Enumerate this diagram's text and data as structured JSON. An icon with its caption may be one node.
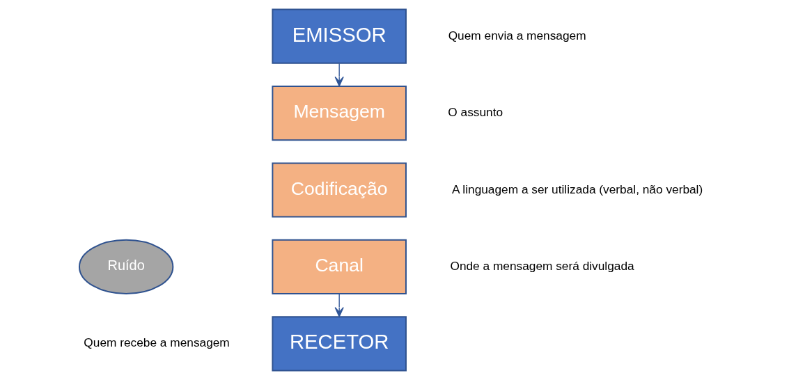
{
  "diagram": {
    "nodes": [
      {
        "text": [
          "EMISSOR"
        ],
        "beside": [
          "Quem envia a mensagem"
        ]
      },
      {
        "text": [
          "Mensagem"
        ],
        "beside": [
          "O assunto"
        ]
      },
      {
        "text": [
          "Codificação"
        ],
        "beside": [
          "A linguagem a ser utilizada (verbal, não verbal)"
        ]
      },
      {
        "text": [
          "Ruído"
        ]
      },
      {
        "text": [
          "Canal"
        ],
        "beside": [
          "Onde a mensagem será divulgada"
        ]
      },
      {
        "text": [
          "RECETOR"
        ],
        "beside": [
          "Quem recebe a mensagem"
        ]
      }
    ],
    "edges": [
      {
        "from": 0,
        "to": 1,
        "arrow": "to"
      },
      {
        "from": 4,
        "to": 5,
        "arrow": "to"
      }
    ]
  }
}
